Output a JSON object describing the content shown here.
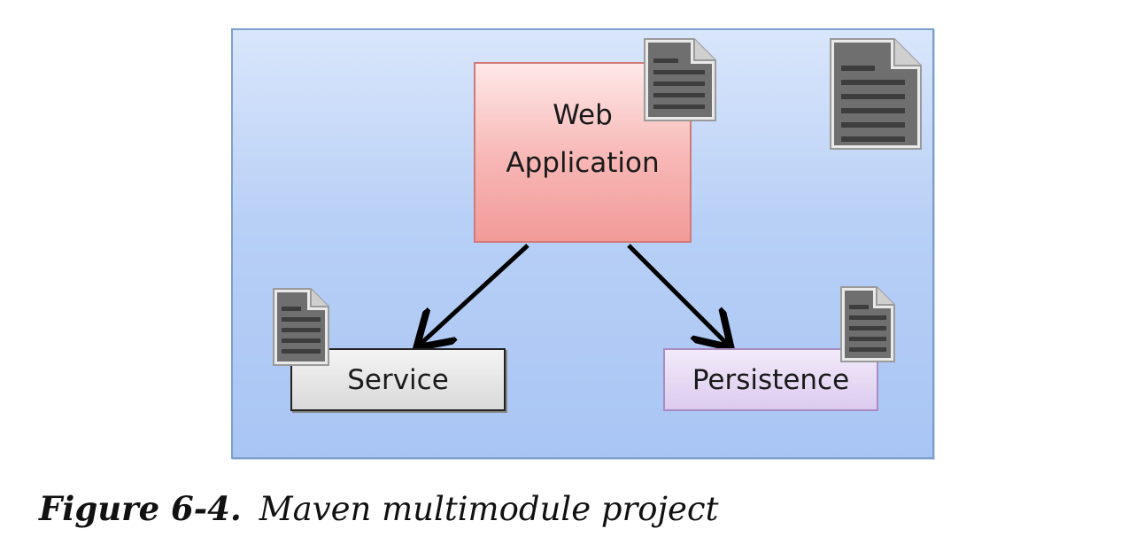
{
  "diagram": {
    "modules": {
      "web_application": "Web Application",
      "service": "Service",
      "persistence": "Persistence"
    },
    "icons": {
      "document": "document-icon"
    },
    "colors": {
      "parent_background": "#b8d0f6",
      "web_application": "#f7b6b4",
      "service": "#d9d9d9",
      "persistence": "#dccbee",
      "arrow": "#000000",
      "document": "#666666"
    }
  },
  "caption": {
    "number": "Figure 6-4.",
    "title": "Maven multimodule project"
  }
}
